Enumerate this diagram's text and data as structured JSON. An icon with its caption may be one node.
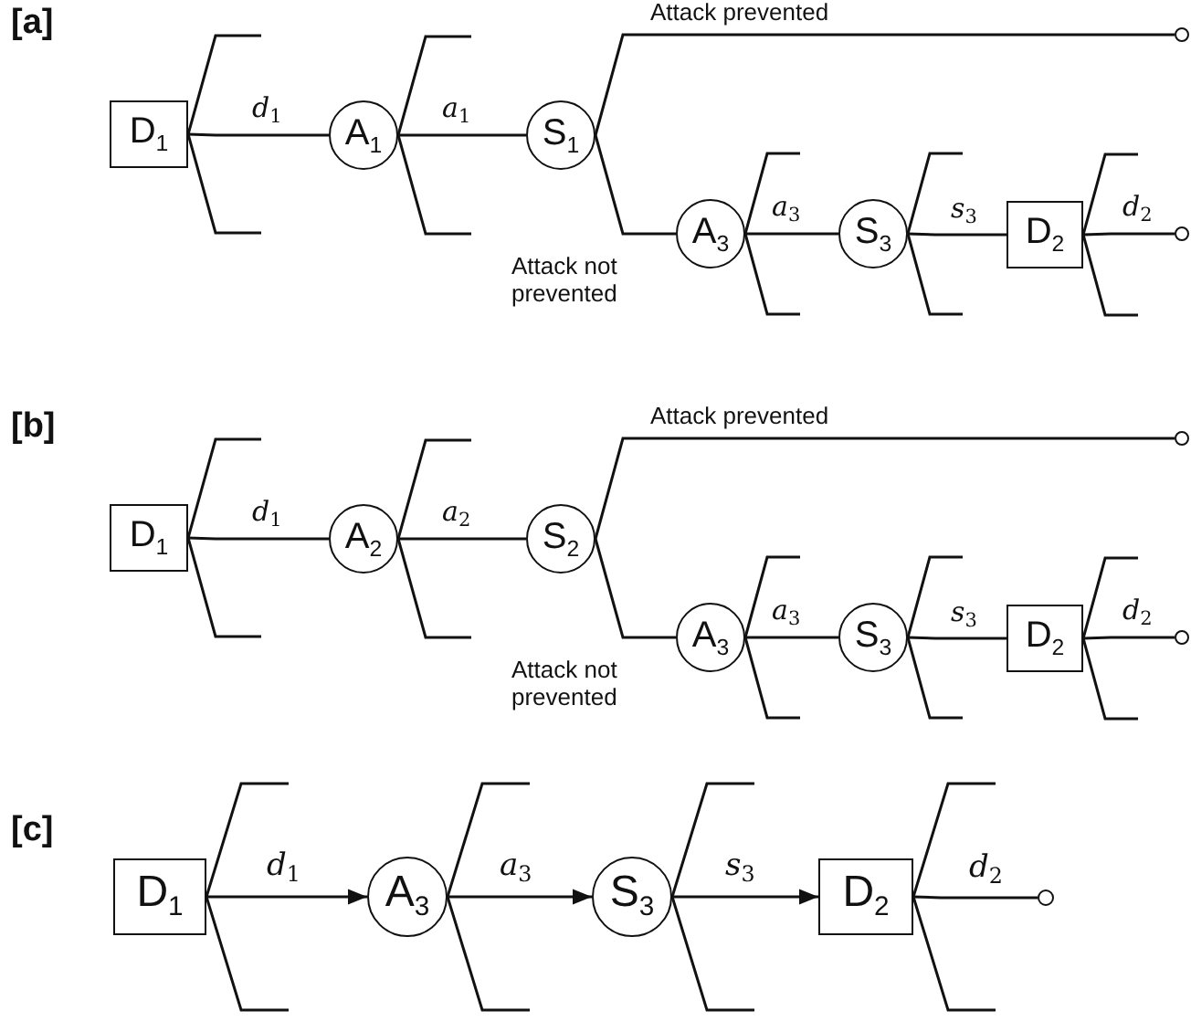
{
  "diagram": {
    "nodes": [
      {
        "text": [
          "D$_{1}$"
        ]
      },
      {
        "text": [
          "A$_{1}$"
        ]
      },
      {
        "text": [
          "S$_{1}$"
        ]
      },
      {
        "text": [],
        "shape": "circle"
      },
      {
        "text": [
          "A$_{3}$"
        ]
      },
      {
        "text": [
          "S$_{3}$"
        ]
      },
      {
        "text": [
          "D$_{2}$"
        ]
      },
      {
        "text": [],
        "shape": "circle"
      },
      {
        "text": [
          "D$_{1}$"
        ]
      },
      {
        "text": [
          "A$_{2}$"
        ]
      },
      {
        "text": [
          "S$_{2}$"
        ]
      },
      {
        "text": [],
        "shape": "circle"
      },
      {
        "text": [
          "A$_{3}$"
        ]
      },
      {
        "text": [
          "S$_{3}$"
        ]
      },
      {
        "text": [
          "D$_{2}$"
        ]
      },
      {
        "text": [],
        "shape": "circle"
      },
      {
        "text": [
          "D$_{1}$"
        ]
      },
      {
        "text": [
          "A$_{3}$"
        ]
      },
      {
        "text": [
          "S$_{3}$"
        ]
      },
      {
        "text": [
          "D$_{2}$"
        ]
      },
      {
        "text": [],
        "shape": "circle"
      }
    ],
    "edges": [
      {
        "from": 0,
        "to": 1,
        "arrow": "none",
        "label": "*d*$_{1}$"
      },
      {
        "from": 1,
        "to": 2,
        "arrow": "none",
        "label": "*a*$_{1}$"
      },
      {
        "from": 2,
        "to": 3,
        "arrow": "none",
        "label": "Attack prevented"
      },
      {
        "from": 2,
        "to": 4,
        "arrow": "none",
        "label": "Attack not prevented"
      },
      {
        "from": 4,
        "to": 5,
        "arrow": "none",
        "label": "*a*$_{3}$"
      },
      {
        "from": 5,
        "to": 6,
        "arrow": "none",
        "label": "*s*$_{3}$"
      },
      {
        "from": 6,
        "to": 7,
        "arrow": "none",
        "label": "*d*$_{2}$"
      },
      {
        "from": 8,
        "to": 9,
        "arrow": "none",
        "label": "*d*$_{1}$"
      },
      {
        "from": 9,
        "to": 10,
        "arrow": "none",
        "label": "*a*$_{2}$"
      },
      {
        "from": 10,
        "to": 11,
        "arrow": "none",
        "label": "Attack prevented"
      },
      {
        "from": 10,
        "to": 12,
        "arrow": "none",
        "label": "Attack not prevented"
      },
      {
        "from": 12,
        "to": 13,
        "arrow": "none",
        "label": "*a*$_{3}$"
      },
      {
        "from": 13,
        "to": 14,
        "arrow": "none",
        "label": "*s*$_{3}$"
      },
      {
        "from": 14,
        "to": 15,
        "arrow": "none",
        "label": "*d*$_{2}$"
      },
      {
        "from": 16,
        "to": 17,
        "arrow": "to",
        "label": "*d*$_{1}$"
      },
      {
        "from": 17,
        "to": 18,
        "arrow": "to",
        "label": "*a*$_{3}$"
      },
      {
        "from": 18,
        "to": 19,
        "arrow": "to",
        "label": "*s*$_{3}$"
      },
      {
        "from": 19,
        "to": 20,
        "arrow": "none",
        "label": "*d*$_{2}$"
      }
    ],
    "labels": [
      "[a]",
      "[b]",
      "[c]"
    ]
  }
}
